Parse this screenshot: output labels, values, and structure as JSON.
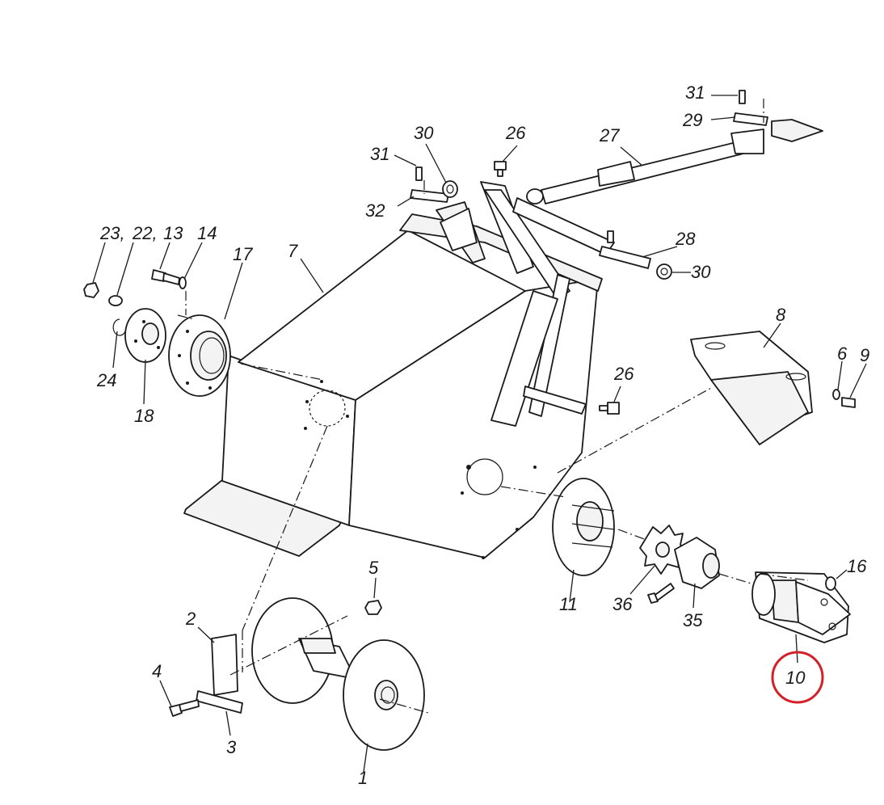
{
  "callouts": [
    {
      "id": "c1",
      "label": "1"
    },
    {
      "id": "c2",
      "label": "2"
    },
    {
      "id": "c3",
      "label": "3"
    },
    {
      "id": "c4",
      "label": "4"
    },
    {
      "id": "c5",
      "label": "5"
    },
    {
      "id": "c6",
      "label": "6"
    },
    {
      "id": "c7",
      "label": "7"
    },
    {
      "id": "c8",
      "label": "8"
    },
    {
      "id": "c9",
      "label": "9"
    },
    {
      "id": "c10",
      "label": "10"
    },
    {
      "id": "c11",
      "label": "11"
    },
    {
      "id": "c13",
      "label": "13"
    },
    {
      "id": "c14",
      "label": "14"
    },
    {
      "id": "c16",
      "label": "16"
    },
    {
      "id": "c17",
      "label": "17"
    },
    {
      "id": "c18",
      "label": "18"
    },
    {
      "id": "c22",
      "label": "22,"
    },
    {
      "id": "c23",
      "label": "23,"
    },
    {
      "id": "c24",
      "label": "24"
    },
    {
      "id": "c26a",
      "label": "26"
    },
    {
      "id": "c26b",
      "label": "26"
    },
    {
      "id": "c27",
      "label": "27"
    },
    {
      "id": "c28",
      "label": "28"
    },
    {
      "id": "c29",
      "label": "29"
    },
    {
      "id": "c30a",
      "label": "30"
    },
    {
      "id": "c30b",
      "label": "30"
    },
    {
      "id": "c31a",
      "label": "31"
    },
    {
      "id": "c31b",
      "label": "31"
    },
    {
      "id": "c32",
      "label": "32"
    },
    {
      "id": "c35",
      "label": "35"
    },
    {
      "id": "c36",
      "label": "36"
    }
  ],
  "highlight": {
    "label": "10",
    "color": "#d42027"
  }
}
